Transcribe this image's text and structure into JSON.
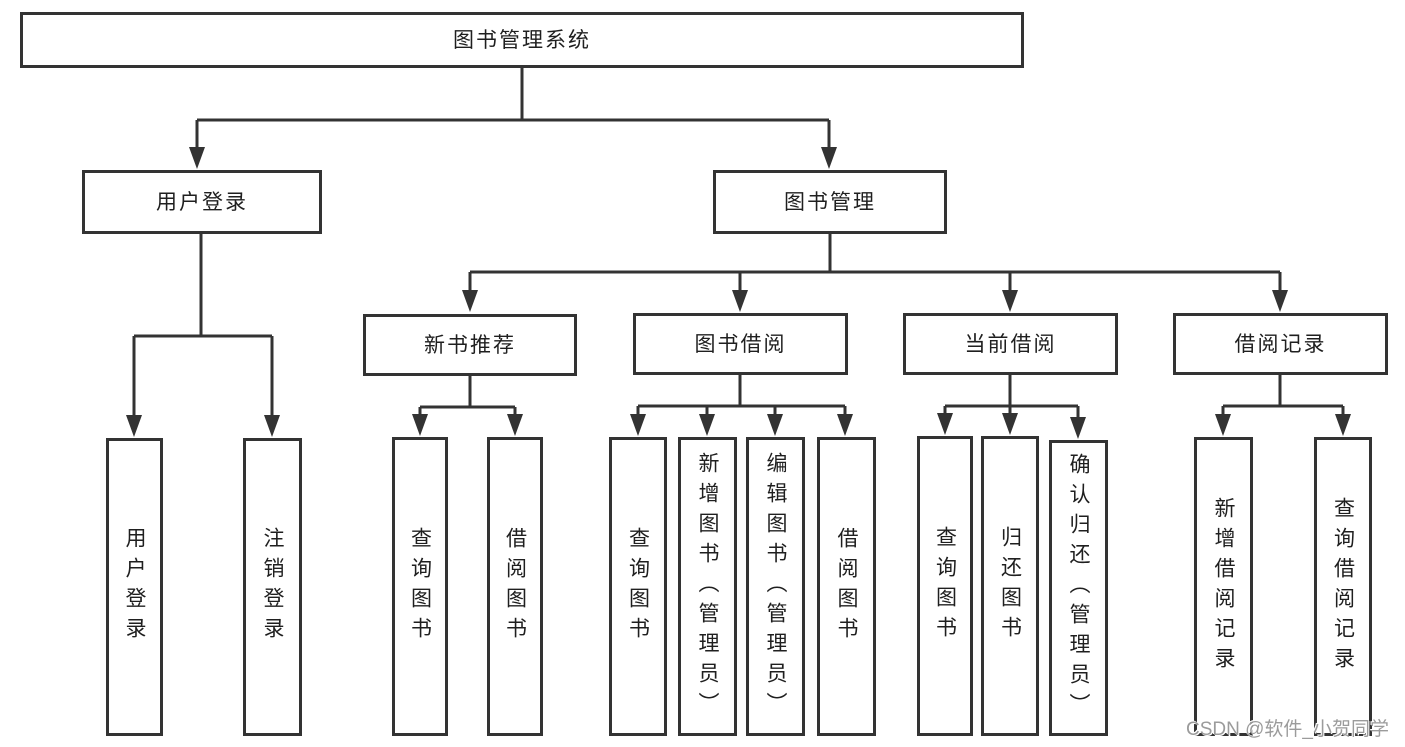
{
  "diagram": {
    "root_label": "图书管理系统",
    "level2": {
      "user_login": "用户登录",
      "book_mgmt": "图书管理"
    },
    "level3": {
      "new_books": "新书推荐",
      "book_borrow": "图书借阅",
      "current_borrow": "当前借阅",
      "borrow_records": "借阅记录"
    },
    "leaves": {
      "user_login_login": "用户登录",
      "user_login_logout": "注销登录",
      "new_books_query": "查询图书",
      "new_books_borrow": "借阅图书",
      "book_borrow_query": "查询图书",
      "book_borrow_add": "新增图书（管理员）",
      "book_borrow_edit": "编辑图书（管理员）",
      "book_borrow_borrow": "借阅图书",
      "current_borrow_query": "查询图书",
      "current_borrow_return": "归还图书",
      "current_borrow_confirm": "确认归还（管理员）",
      "borrow_records_add": "新增借阅记录",
      "borrow_records_query": "查询借阅记录"
    }
  },
  "watermark": "CSDN @软件_小贺同学",
  "colors": {
    "line": "#333333",
    "text": "#1f1f1f",
    "watermark": "#9b9b9b",
    "background": "#ffffff"
  }
}
